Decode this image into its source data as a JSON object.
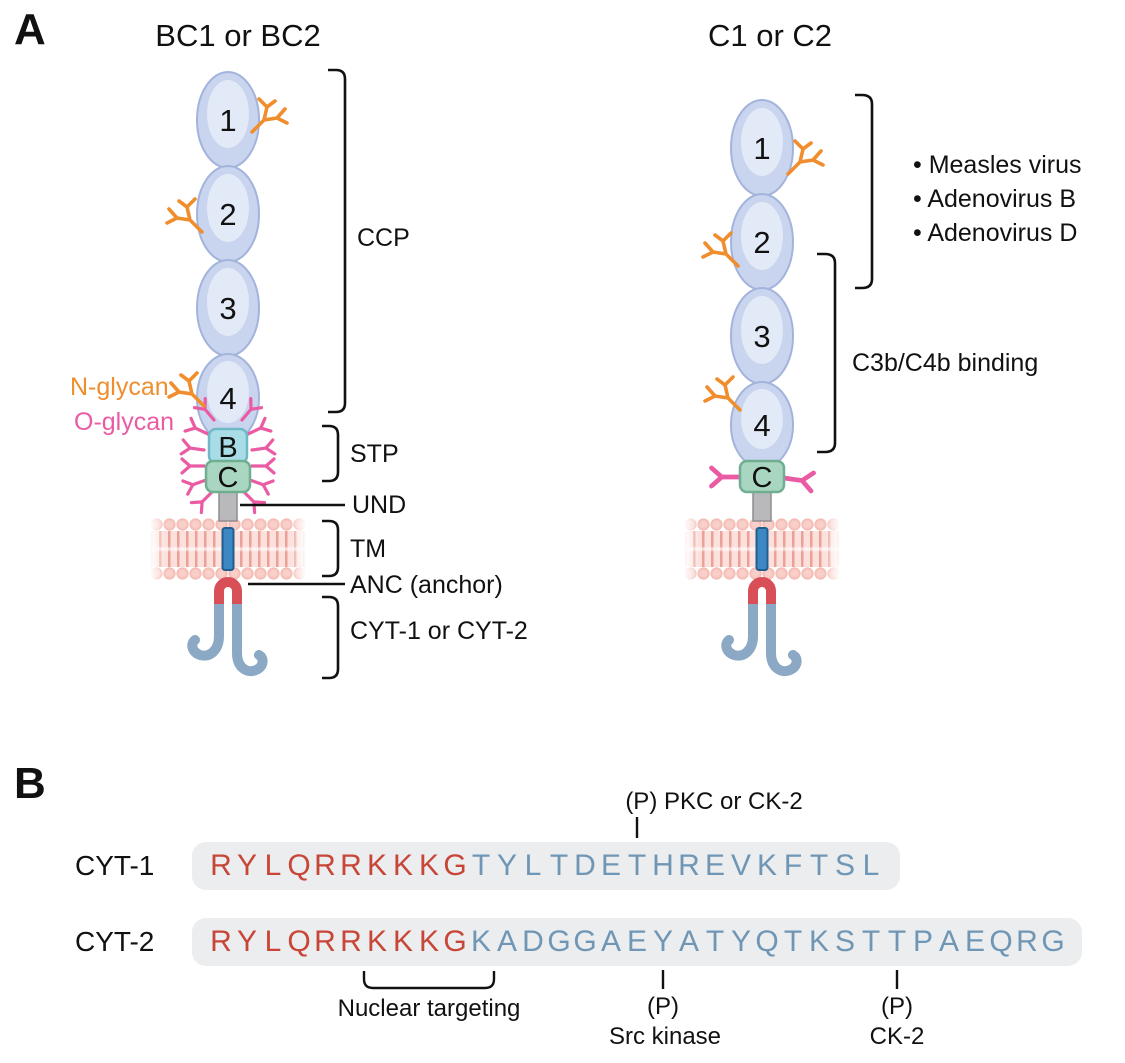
{
  "panel_a": {
    "label": "A",
    "left_structure": {
      "title": "BC1 or BC2",
      "ccp_domains": [
        "1",
        "2",
        "3",
        "4"
      ],
      "stp_domains": [
        "B",
        "C"
      ]
    },
    "right_structure": {
      "title": "C1 or C2",
      "ccp_domains": [
        "1",
        "2",
        "3",
        "4"
      ],
      "stp_domains": [
        "C"
      ],
      "virus_list": [
        "Measles virus",
        "Adenovirus B",
        "Adenovirus D"
      ],
      "binding_label": "C3b/C4b binding"
    },
    "glycan_labels": {
      "n_glycan": "N-glycan",
      "o_glycan": "O-glycan"
    },
    "region_labels": {
      "ccp": "CCP",
      "stp": "STP",
      "und": "UND",
      "tm": "TM",
      "anc": "ANC (anchor)",
      "cyt": "CYT-1 or CYT-2"
    }
  },
  "panel_b": {
    "label": "B",
    "rows": [
      {
        "name": "CYT-1",
        "sequence": "RYLQRRKKKGTYLTDETHREVKFTSL",
        "red_count": 10
      },
      {
        "name": "CYT-2",
        "sequence": "RYLQRRKKKGKADGGAEYATYQTKSTTPAEQRG",
        "red_count": 10
      }
    ],
    "annotations": {
      "pkc": {
        "text": "(P) PKC or CK-2",
        "row": 0,
        "residue_index": 16
      },
      "nuclear": {
        "text": "Nuclear targeting",
        "row": 1,
        "from_residue": 6,
        "to_residue": 10
      },
      "src": {
        "p": "(P)",
        "text": "Src kinase",
        "row": 1,
        "residue_index": 17
      },
      "ck2": {
        "p": "(P)",
        "text": "CK-2",
        "row": 1,
        "residue_index": 26
      }
    }
  },
  "icons": [
    "n-glycan-icon",
    "o-glycan-icon",
    "bracket",
    "pointer-line"
  ],
  "colors": {
    "ccp_ellipse": "#c9d4ee",
    "ccp_ellipse_edge": "#a3b4dc",
    "b_box": "#a8dde7",
    "c_box": "#a9d6c0",
    "und_stalk": "#b9b9bc",
    "membrane_head": "#f3b8b0",
    "tm_bar": "#3d87c2",
    "anchor": "#d84f58",
    "cyt_tail": "#8ba9c5",
    "n_glycan": "#f08e2e",
    "o_glycan": "#ea5ba4",
    "seq_red": "#c84638",
    "seq_blue": "#6f96b5",
    "seq_highlight": "#ebedee"
  }
}
